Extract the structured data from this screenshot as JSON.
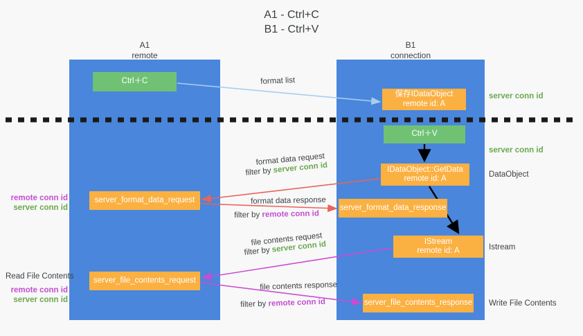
{
  "title": {
    "line1": "A1 - Ctrl+C",
    "line2": "B1 - Ctrl+V"
  },
  "lanes": [
    {
      "name": "A1",
      "sub": "remote",
      "color": "#4a86db"
    },
    {
      "name": "B1",
      "sub": "connection",
      "color": "#4a86db"
    }
  ],
  "colors": {
    "lane_blue": "#4a86db",
    "node_green": "#71c175",
    "node_orange": "#fbb042",
    "server_conn_green": "#6aa84f",
    "remote_conn_purple": "#c34fd0",
    "arrow_red": "#e8645a",
    "arrow_purple": "#cc4bd4",
    "arrow_lightblue": "#a9cdf0",
    "arrow_black": "#000000",
    "text": "#3c4043",
    "background": "#f8f8f8"
  },
  "nodes": {
    "ctrl_c": {
      "label": "Ctrl＋C",
      "style": "green"
    },
    "save_idataobject": {
      "label": "保存IDataObject",
      "sub": "remote id: A",
      "style": "orange"
    },
    "ctrl_v": {
      "label": "Ctrl＋V",
      "style": "green"
    },
    "getdata": {
      "label": "IDataObject::GetData",
      "sub": "remote id: A",
      "style": "orange"
    },
    "format_data_request": {
      "label": "server_format_data_request",
      "style": "orange"
    },
    "format_data_response": {
      "label": "server_format_data_response",
      "style": "orange"
    },
    "istream": {
      "label": "IStream",
      "sub": "remote id: A",
      "style": "orange"
    },
    "file_contents_request": {
      "label": "server_file_contents_request",
      "style": "orange"
    },
    "file_contents_response": {
      "label": "server_file_contents_response",
      "style": "orange"
    }
  },
  "edge_labels": {
    "format_list": "format list",
    "format_data_request": "format data request",
    "format_data_request_filter_prefix": "filter by ",
    "format_data_request_filter_value": "server conn id",
    "format_data_response": "format data response",
    "format_data_response_filter_prefix": "filter by ",
    "format_data_response_filter_value": "remote conn id",
    "file_contents_request": "file contents request",
    "file_contents_request_filter_prefix": "filter by ",
    "file_contents_request_filter_value": "server conn id",
    "file_contents_response": "file contents response",
    "file_contents_response_filter_prefix": "filter by ",
    "file_contents_response_filter_value": "remote conn id"
  },
  "annotations": {
    "right": [
      {
        "text": "server conn id",
        "kind": "server"
      },
      {
        "text": "server conn id",
        "kind": "server"
      },
      {
        "text": "DataObject",
        "kind": "plain"
      },
      {
        "text": "Istream",
        "kind": "plain"
      },
      {
        "text": "Write File Contents",
        "kind": "plain"
      }
    ],
    "left": {
      "remote_conn_id": "remote conn id",
      "server_conn_id": "server conn id",
      "read_file_contents": "Read File Contents",
      "remote_conn_id_2": "remote conn id",
      "server_conn_id_2": "server conn id"
    }
  }
}
